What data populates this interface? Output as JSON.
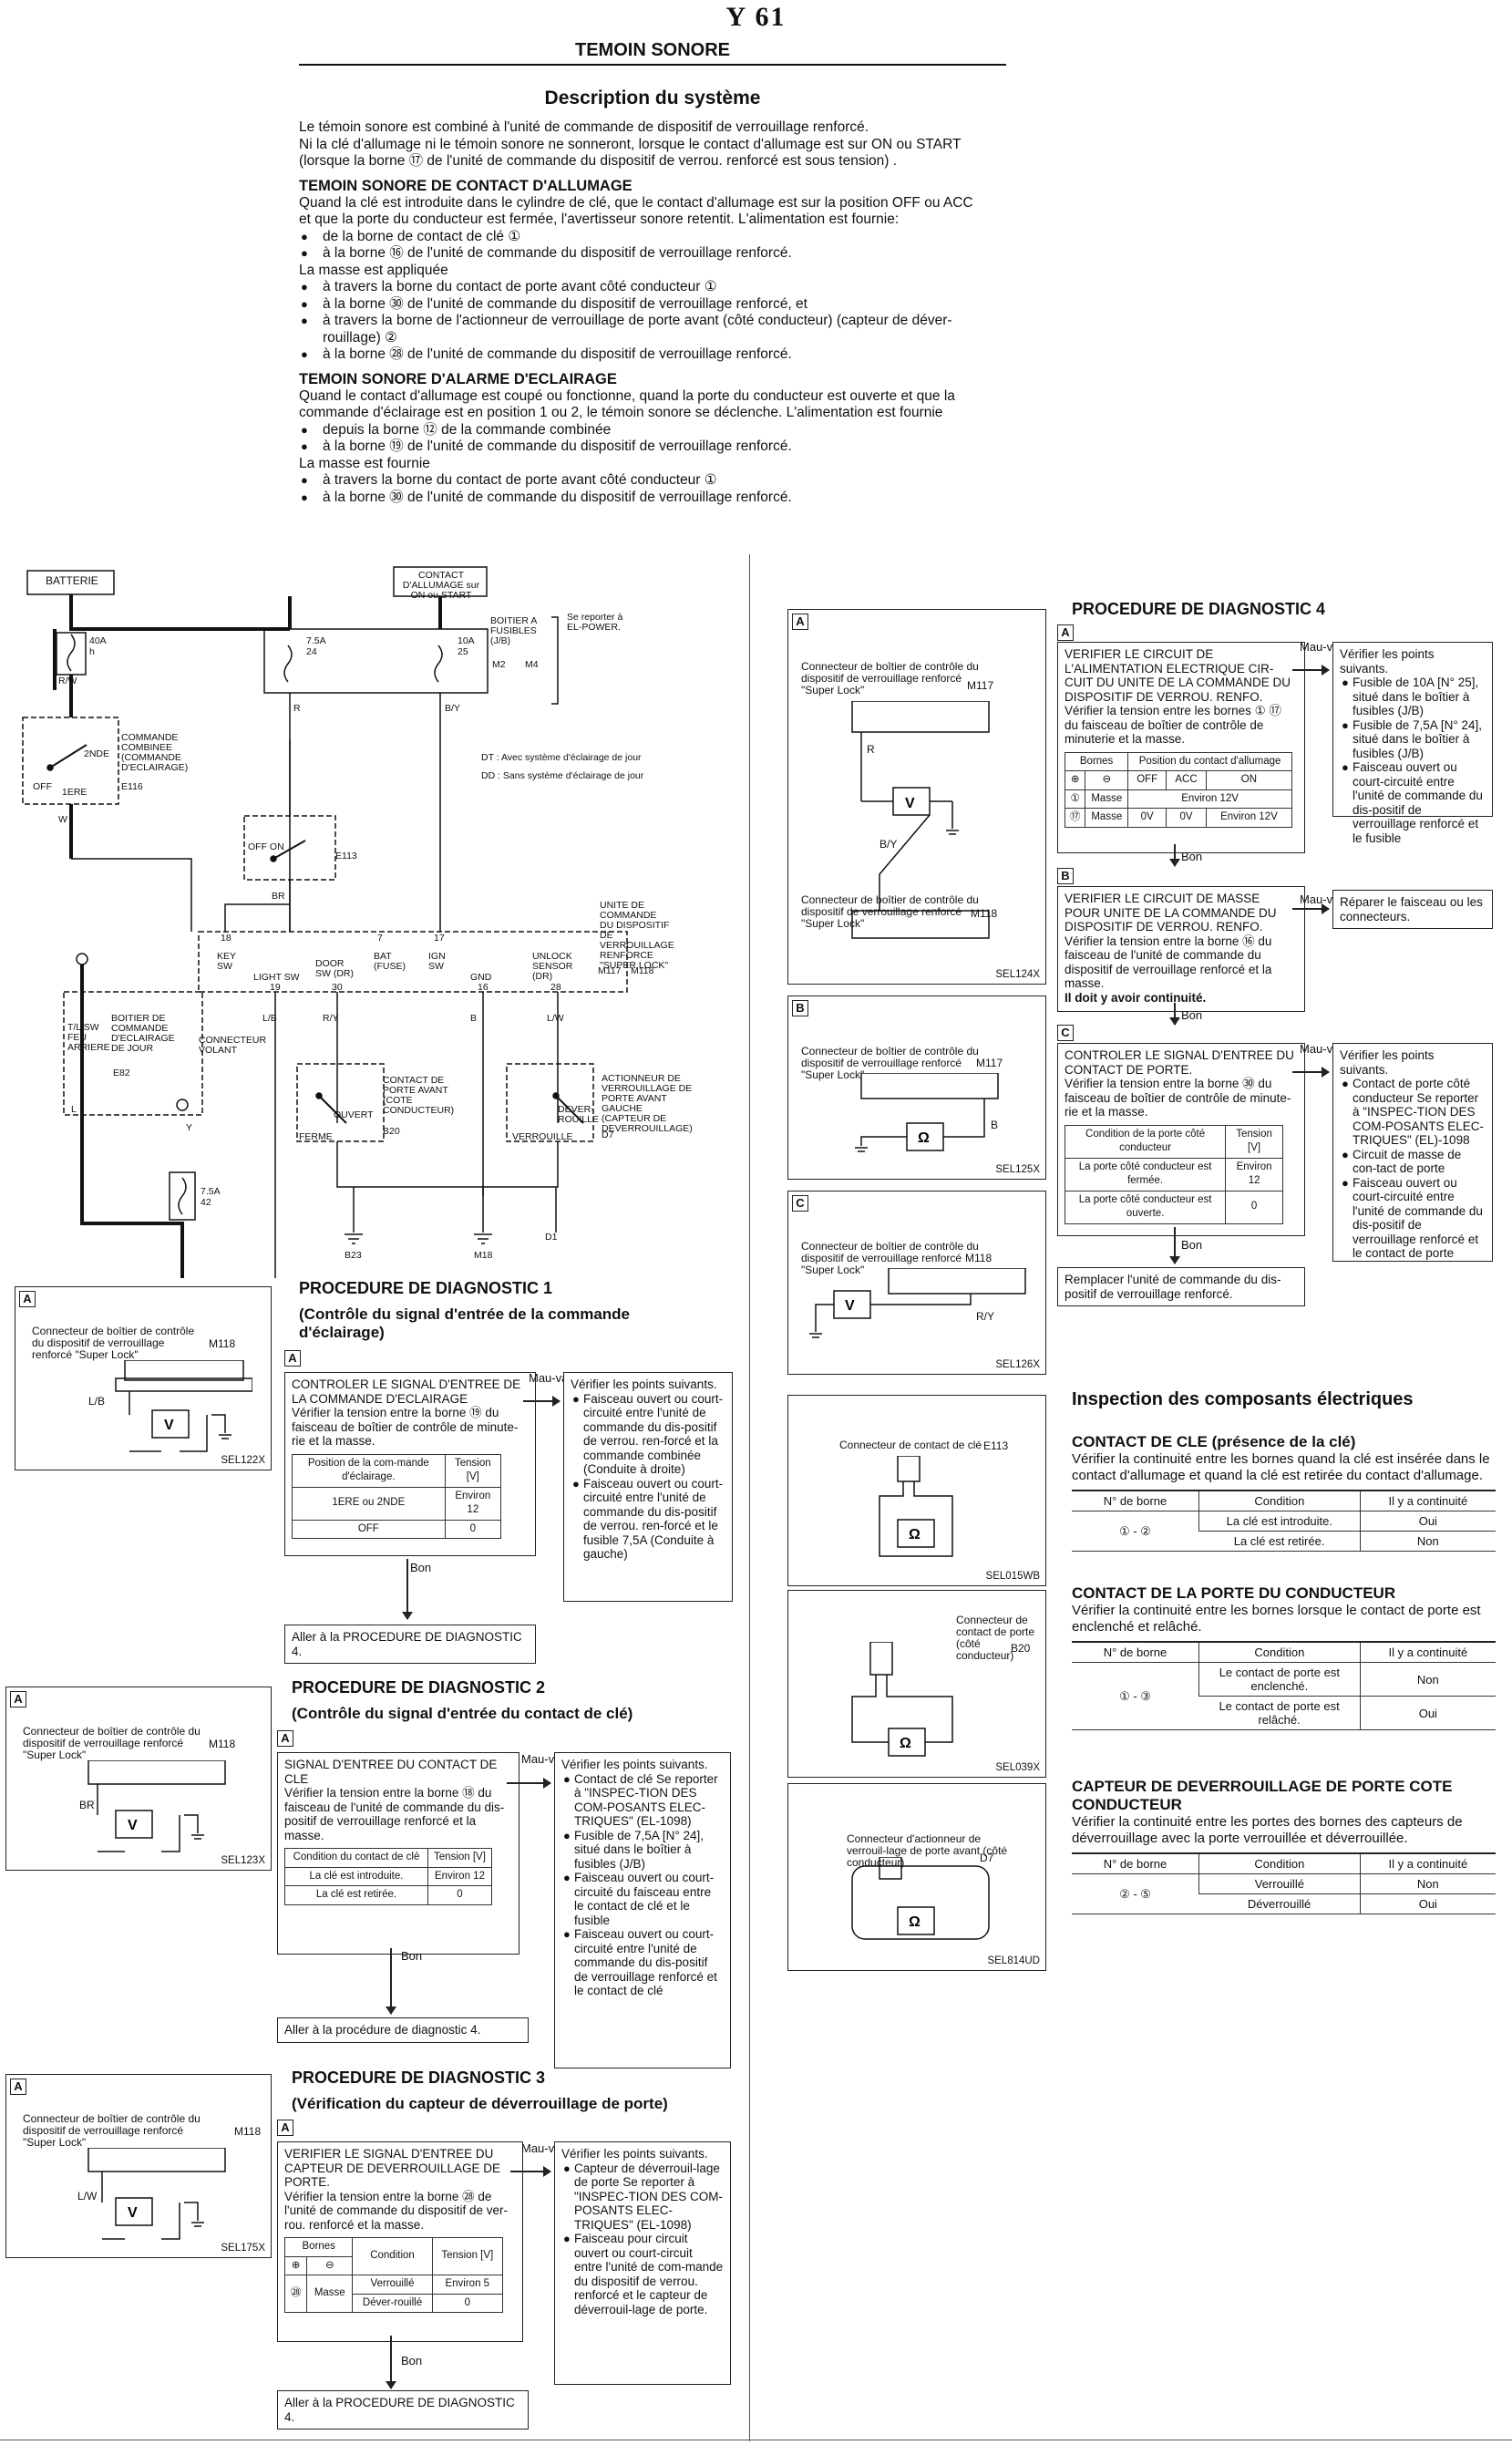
{
  "header": {
    "model": "Y 61",
    "title": "TEMOIN SONORE"
  },
  "description": {
    "heading": "Description du système",
    "intro": [
      "Le témoin sonore est combiné à l'unité de commande de dispositif de verrouillage renforcé.",
      "Ni la clé d'allumage ni le témoin sonore ne sonneront, lorsque le contact d'allumage est sur ON ou START",
      "(lorsque la borne ⑰ de l'unité de commande du dispositif de verrou. renforcé est sous tension) ."
    ],
    "s1": {
      "title": "TEMOIN SONORE DE CONTACT D'ALLUMAGE",
      "para": [
        "Quand la clé est introduite dans le cylindre de clé, que le contact d'allumage est sur la position OFF ou ACC",
        "et que la porte du conducteur est fermée, l'avertisseur sonore retentit. L'alimentation est fournie:"
      ],
      "bullets1": [
        "de la borne de contact de clé ①",
        "à la borne ⑯ de l'unité de commande du dispositif de verrouillage renforcé."
      ],
      "mass": "La masse est appliquée",
      "bullets2": [
        "à travers la borne du contact de porte avant côté conducteur ①",
        "à la borne ㉚ de l'unité de commande du dispositif de verrouillage renforcé, et",
        "à travers la borne de l'actionneur de verrouillage de porte avant (côté conducteur) (capteur de déver-",
        "à la borne ㉘ de l'unité de commande du dispositif de verrouillage renforcé."
      ],
      "bullet_cont": "rouillage) ②"
    },
    "s2": {
      "title": "TEMOIN SONORE D'ALARME D'ECLAIRAGE",
      "para": [
        "Quand le contact d'allumage est coupé ou fonctionne, quand la porte du conducteur est ouverte et que la",
        "commande d'éclairage est en position 1 ou 2, le témoin sonore se déclenche. L'alimentation est fournie"
      ],
      "bullets1": [
        "depuis la borne ⑫ de la commande combinée",
        "à la borne ⑲ de l'unité de commande du dispositif de verrouillage renforcé."
      ],
      "mass": "La masse est fournie",
      "bullets2": [
        "à travers la borne du contact de porte avant côté conducteur ①",
        "à la borne ㉚ de l'unité de commande du dispositif de verrouillage renforcé."
      ]
    }
  },
  "wiring": {
    "batterie": "BATTERIE",
    "contact_allumage": "CONTACT D'ALLUMAGE sur ON ou START",
    "fuse_40a": "40A",
    "fuse_40a_n": "h",
    "fuse_75a": "7.5A",
    "fuse_75a_n": "24",
    "fuse_10a": "10A",
    "fuse_10a_n": "25",
    "boitier": "BOITIER A FUSIBLES (J/B)",
    "se_reporter": "Se reporter à EL-POWER.",
    "m2": "M2",
    "m4": "M4",
    "commande_combinee": "COMMANDE COMBINEE (COMMANDE D'ECLAIRAGE)",
    "e116": "E116",
    "e113": "E113",
    "switch_2nde": "2NDE",
    "switch_off": "OFF",
    "switch_1ere": "1ERE",
    "off_on": "OFF   ON",
    "legend_dt": "DT : Avec système d'éclairage de jour",
    "legend_dd": "DD : Sans système d'éclairage de jour",
    "unite": "UNITE DE COMMANDE DU DISPOSITIF DE VERROUILLAGE RENFORCE \"SUPER LOCK\"",
    "m117": "M117",
    "m118": "M118",
    "pins": [
      "KEY SW",
      "BAT (FUSE)",
      "IGN SW",
      "UNLOCK SENSOR (DR)",
      "LIGHT SW",
      "DOOR SW (DR)",
      "GND"
    ],
    "pin_nums": [
      "18",
      "7",
      "17",
      "28",
      "19",
      "30",
      "16"
    ],
    "boitier_jour": "BOITIER DE COMMANDE D'ECLAIRAGE DE JOUR",
    "connecteur_volant": "CONNECTEUR VOLANT",
    "tl_sw": "T/L SW FEU ARRIERE",
    "e82": "E82",
    "contact_porte": "CONTACT DE PORTE AVANT (COTE CONDUCTEUR)",
    "b20": "B20",
    "ouvert": "OUVERT",
    "ferme": "FERME",
    "actionneur": "ACTIONNEUR DE VERROUILLAGE DE PORTE AVANT GAUCHE (CAPTEUR DE DEVERROUILLAGE)",
    "d7": "D7",
    "deverrouille": "DEVER-ROUILLE",
    "verrouille": "VERROUILLE",
    "fuse_75a_b": "7.5A",
    "fuse_75a_b_n": "42",
    "grounds": [
      "B23",
      "M18",
      "D1"
    ],
    "wire_colors": [
      "R/W",
      "W",
      "R",
      "B/Y",
      "L/B",
      "R/Y",
      "B",
      "L/W",
      "BR",
      "L",
      "Y"
    ]
  },
  "diag1": {
    "title": "PROCEDURE DE DIAGNOSTIC 1",
    "subtitle": "(Contrôle du signal d'entrée de la commande d'éclairage)",
    "panel": {
      "tag": "A",
      "caption": "Connecteur de boîtier de contrôle du dispositif de verrouillage renforcé \"Super Lock\"",
      "conn": "M118",
      "wire": "L/B",
      "code": "SEL122X"
    },
    "box_tag": "A",
    "box_lines": [
      "CONTROLER LE SIGNAL D'ENTREE DE LA COMMANDE D'ECLAIRAGE",
      "Vérifier la tension entre la borne ⑲ du faisceau de boîtier de contrôle de minute-rie et la masse."
    ],
    "table": {
      "h1": "Position de la com-mande d'éclairage.",
      "h2": "Tension [V]",
      "rows": [
        [
          "1ERE ou 2NDE",
          "Environ 12"
        ],
        [
          "OFF",
          "0"
        ]
      ]
    },
    "mauvais": "Mau-vais",
    "check_title": "Vérifier les points suivants.",
    "checks": [
      "Faisceau ouvert ou court-circuité entre l'unité de commande du dis-positif de verrou. ren-forcé et la commande combinée (Conduite à droite)",
      "Faisceau ouvert ou court-circuité entre l'unité de commande du dis-positif de verrou. ren-forcé et le fusible 7,5A (Conduite à gauche)"
    ],
    "bon": "Bon",
    "goto": "Aller à la PROCEDURE DE DIAGNOSTIC 4."
  },
  "diag2": {
    "title": "PROCEDURE DE DIAGNOSTIC 2",
    "subtitle": "(Contrôle du signal d'entrée du contact de clé)",
    "panel": {
      "tag": "A",
      "caption": "Connecteur de boîtier de contrôle du dispositif de verrouillage renforcé \"Super Lock\"",
      "conn": "M118",
      "wire": "BR",
      "code": "SEL123X"
    },
    "box_tag": "A",
    "box_lines": [
      "SIGNAL D'ENTREE DU CONTACT DE CLE",
      "Vérifier la tension entre la borne ⑱ du faisceau de l'unité de commande du dis-positif de verrouillage renforcé et la masse."
    ],
    "table": {
      "h1": "Condition du contact de clé",
      "h2": "Tension [V]",
      "rows": [
        [
          "La clé est introduite.",
          "Environ 12"
        ],
        [
          "La clé est retirée.",
          "0"
        ]
      ]
    },
    "mauvais": "Mau-vais",
    "check_title": "Vérifier les points suivants.",
    "checks": [
      "Contact de clé Se reporter à \"INSPEC-TION DES COM-POSANTS ELEC-TRIQUES\" (EL-1098)",
      "Fusible de 7,5A [N° 24], situé dans le boîtier à fusibles (J/B)",
      "Faisceau ouvert ou court-circuité du faisceau entre le contact de clé et le fusible",
      "Faisceau ouvert ou court-circuité entre l'unité de commande du dis-positif de verrouillage renforcé et le contact de clé"
    ],
    "bon": "Bon",
    "goto": "Aller à la procédure de diagnostic 4."
  },
  "diag3": {
    "title": "PROCEDURE DE DIAGNOSTIC 3",
    "subtitle": "(Vérification du capteur de déverrouillage de porte)",
    "panel": {
      "tag": "A",
      "caption": "Connecteur de boîtier de contrôle du dispositif de verrouillage renforcé \"Super Lock\"",
      "conn": "M118",
      "wire": "L/W",
      "code": "SEL175X"
    },
    "box_tag": "A",
    "box_lines": [
      "VERIFIER LE SIGNAL D'ENTREE DU CAPTEUR DE DEVERROUILLAGE DE PORTE.",
      "Vérifier la tension entre la borne ㉘ de l'unité de commande du dispositif de ver-rou. renforcé et la masse."
    ],
    "table": {
      "h_bornes": "Bornes",
      "h_plus": "⊕",
      "h_minus": "⊖",
      "h_cond": "Condition",
      "h_tension": "Tension [V]",
      "borne": "㉘",
      "masse": "Masse",
      "rows": [
        [
          "Verrouillé",
          "Environ 5"
        ],
        [
          "Déver-rouillé",
          "0"
        ]
      ]
    },
    "mauvais": "Mau-vais",
    "check_title": "Vérifier les points suivants.",
    "checks": [
      "Capteur de déverrouil-lage de porte Se reporter à \"INSPEC-TION DES COM-POSANTS ELEC-TRIQUES\" (EL-1098)",
      "Faisceau pour circuit ouvert ou court-circuit entre l'unité de com-mande du dispositif de verrou. renforcé et le capteur de déverrouil-lage de porte."
    ],
    "bon": "Bon",
    "goto": "Aller à la PROCEDURE DE DIAGNOSTIC 4."
  },
  "diag4": {
    "title": "PROCEDURE DE DIAGNOSTIC 4",
    "panels": [
      {
        "tag": "A",
        "cap1": "Connecteur de boîtier de contrôle du dispositif de verrouillage renforcé \"Super Lock\"",
        "conn1": "M117",
        "cap2": "Connecteur de boîtier de contrôle du dispositif de verrouillage renforcé \"Super Lock\"",
        "conn2": "M118",
        "w1": "R",
        "w2": "B/Y",
        "code": "SEL124X"
      },
      {
        "tag": "B",
        "cap1": "Connecteur de boîtier de contrôle du dispositif de verrouillage renforcé \"Super Lock\"",
        "conn1": "M117",
        "w1": "B",
        "code": "SEL125X"
      },
      {
        "tag": "C",
        "cap1": "Connecteur de boîtier de contrôle du dispositif de verrouillage renforcé \"Super Lock\"",
        "conn1": "M118",
        "w1": "R/Y",
        "code": "SEL126X"
      }
    ],
    "boxA_tag": "A",
    "boxA_lines": [
      "VERIFIER LE CIRCUIT DE L'ALIMENTATION ELECTRIQUE CIR-CUIT DU UNITE DE LA COMMANDE DU DISPOSITIF DE VERROU. RENFO.",
      "Vérifier la tension entre les bornes ① ⑰ du faisceau de boîtier de contrôle de minuterie et la masse."
    ],
    "tableA": {
      "h_bornes": "Bornes",
      "h_pos": "Position du contact d'allumage",
      "plus": "⊕",
      "minus": "⊖",
      "off": "OFF",
      "acc": "ACC",
      "on": "ON",
      "rows": [
        [
          "①",
          "Masse",
          "Environ 12V",
          "",
          ""
        ],
        [
          "⑰",
          "Masse",
          "0V",
          "0V",
          "Environ 12V"
        ]
      ]
    },
    "checkA_title": "Vérifier les points suivants.",
    "checkA": [
      "Fusible de 10A [N° 25], situé dans le boîtier à fusibles (J/B)",
      "Fusible de 7,5A [N° 24], situé dans le boîtier à fusibles (J/B)",
      "Faisceau ouvert ou court-circuité entre l'unité de commande du dis-positif de verrouillage renforcé et le fusible"
    ],
    "boxB_tag": "B",
    "boxB_lines": [
      "VERIFIER LE CIRCUIT DE MASSE POUR UNITE DE LA COMMANDE DU DISPOSITIF DE VERROU. RENFO.",
      "Vérifier la tension entre la borne ⑯ du faisceau de l'unité de commande du dispositif de verrouillage renforcé et la masse."
    ],
    "boxB_bold": "Il doit y avoir continuité.",
    "checkB": "Réparer le faisceau ou les connecteurs.",
    "boxC_tag": "C",
    "boxC_lines": [
      "CONTROLER LE SIGNAL D'ENTREE DU CONTACT DE PORTE.",
      "Vérifier la tension entre la borne ㉚ du faisceau de boîtier de contrôle de minute-rie et la masse."
    ],
    "tableC": {
      "h1": "Condition de la porte côté conducteur",
      "h2": "Tension [V]",
      "rows": [
        [
          "La porte côté conducteur est fermée.",
          "Environ 12"
        ],
        [
          "La porte côté conducteur est ouverte.",
          "0"
        ]
      ]
    },
    "checkC_title": "Vérifier les points suivants.",
    "checkC": [
      "Contact de porte côté conducteur Se reporter à \"INSPEC-TION DES COM-POSANTS ELEC-TRIQUES\" (EL)-1098",
      "Circuit de masse de con-tact de porte",
      "Faisceau ouvert ou court-circuité entre l'unité de commande du dis-positif de verrouillage renforcé et le contact de porte"
    ],
    "final": "Remplacer l'unité de commande du dis-positif de verrouillage renforcé.",
    "mauvais": "Mau-vais",
    "bon": "Bon"
  },
  "inspection": {
    "heading": "Inspection des composants électriques",
    "panels": [
      {
        "tag": "",
        "caption": "Connecteur de contact de clé",
        "conn": "E113",
        "code": "SEL015WB"
      },
      {
        "tag": "",
        "caption": "Connecteur de contact de porte (côté conducteur)",
        "conn": "B20",
        "code": "SEL039X"
      },
      {
        "tag": "",
        "caption": "Connecteur d'actionneur de verrouil-lage de porte avant (côté conducteur)",
        "conn": "D7",
        "code": "SEL814UD"
      }
    ],
    "cle": {
      "title": "CONTACT DE CLE (présence de la clé)",
      "text": "Vérifier la continuité entre les bornes quand la clé est insérée dans le contact d'allumage et quand la clé est retirée du contact d'allumage.",
      "h": [
        "N° de borne",
        "Condition",
        "Il y a continuité"
      ],
      "borne": "① - ②",
      "rows": [
        [
          "La clé est introduite.",
          "Oui"
        ],
        [
          "La clé est retirée.",
          "Non"
        ]
      ]
    },
    "porte": {
      "title": "CONTACT DE LA PORTE DU CONDUCTEUR",
      "text": "Vérifier la continuité entre les bornes lorsque le contact de porte est enclenché et relâché.",
      "h": [
        "N° de borne",
        "Condition",
        "Il y a continuité"
      ],
      "borne": "① - ③",
      "rows": [
        [
          "Le contact de porte est enclenché.",
          "Non"
        ],
        [
          "Le contact de porte est relâché.",
          "Oui"
        ]
      ]
    },
    "capteur": {
      "title": "CAPTEUR DE DEVERROUILLAGE DE PORTE COTE CONDUCTEUR",
      "text": "Vérifier la continuité entre les portes des bornes des capteurs de déverrouillage avec la porte verrouillée et déverrouillée.",
      "h": [
        "N° de borne",
        "Condition",
        "Il y a continuité"
      ],
      "borne": "② - ⑤",
      "rows": [
        [
          "Verrouillé",
          "Non"
        ],
        [
          "Déverrouillé",
          "Oui"
        ]
      ]
    }
  }
}
